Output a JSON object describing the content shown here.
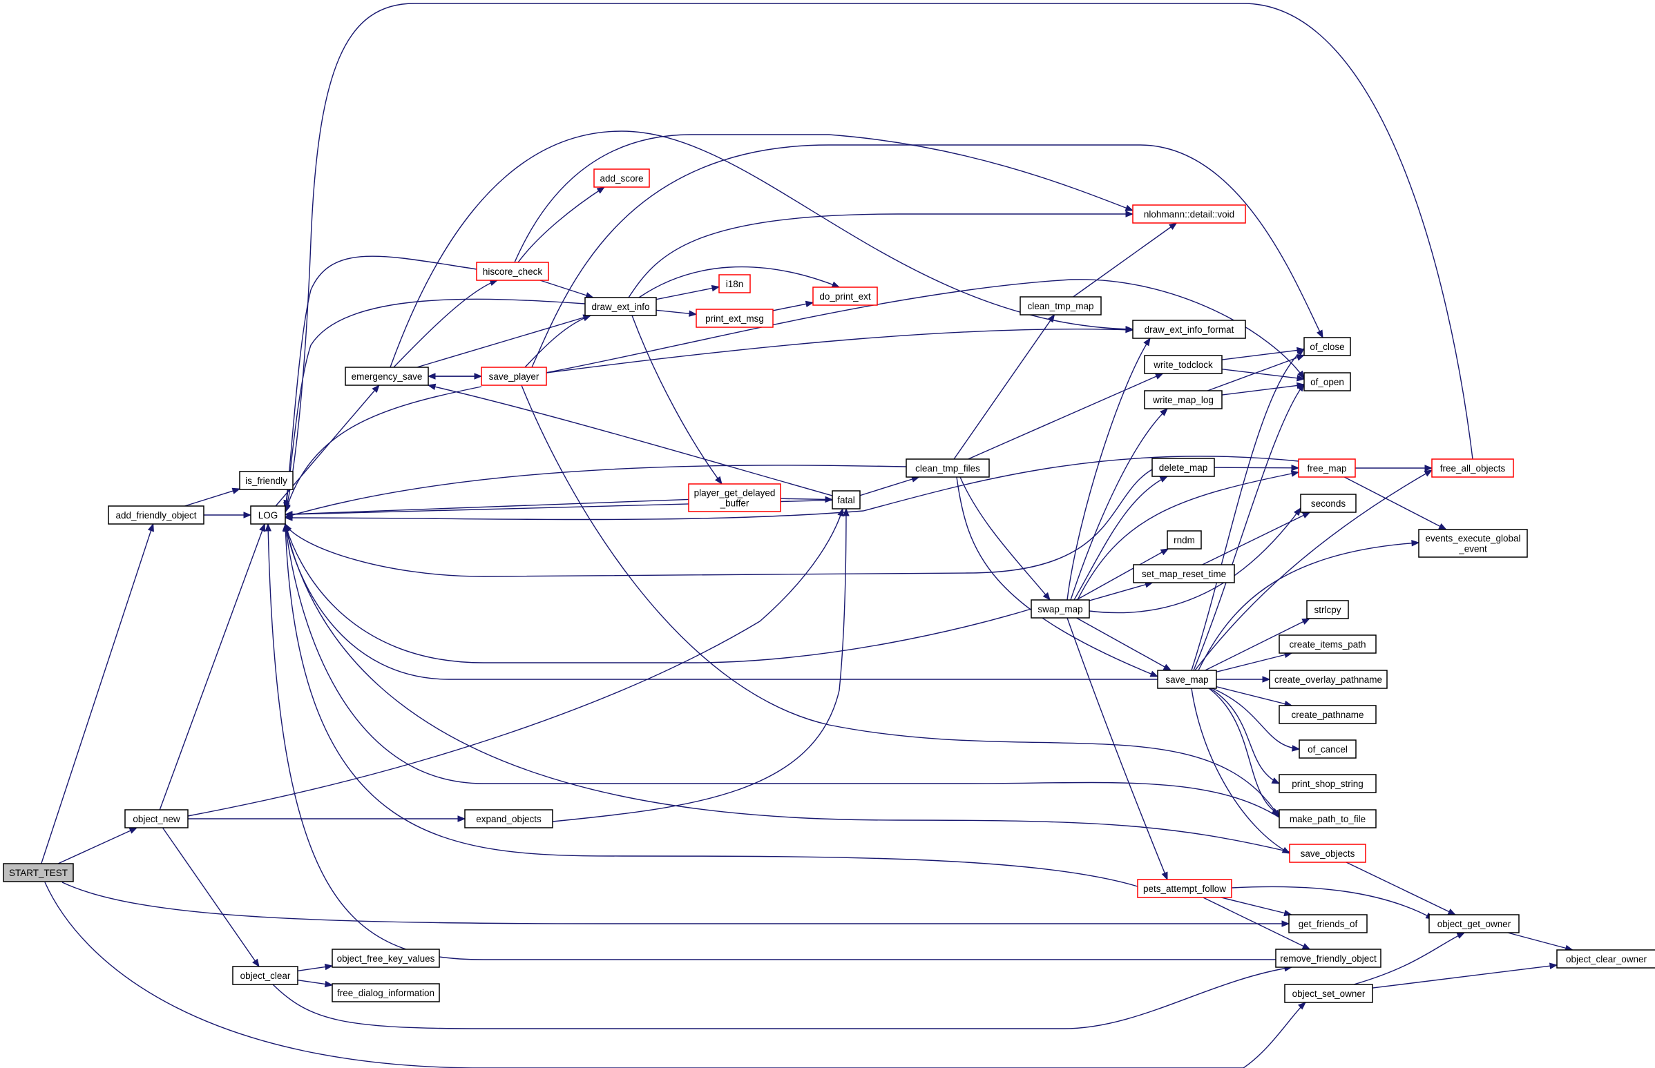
{
  "graph": {
    "edge_color": "#191970",
    "highlight_color": "#ff0000",
    "root_fill": "#bfbfbf",
    "nodes": [
      {
        "id": "start_test",
        "label": [
          "START_TEST"
        ],
        "style": "root"
      },
      {
        "id": "add_friendly_object",
        "label": [
          "add_friendly_object"
        ]
      },
      {
        "id": "is_friendly",
        "label": [
          "is_friendly"
        ]
      },
      {
        "id": "log",
        "label": [
          "LOG"
        ]
      },
      {
        "id": "emergency_save",
        "label": [
          "emergency_save"
        ]
      },
      {
        "id": "hiscore_check",
        "label": [
          "hiscore_check"
        ],
        "style": "red"
      },
      {
        "id": "add_score",
        "label": [
          "add_score"
        ],
        "style": "red"
      },
      {
        "id": "save_player",
        "label": [
          "save_player"
        ],
        "style": "red"
      },
      {
        "id": "draw_ext_info",
        "label": [
          "draw_ext_info"
        ]
      },
      {
        "id": "i18n",
        "label": [
          "i18n"
        ],
        "style": "red"
      },
      {
        "id": "print_ext_msg",
        "label": [
          "print_ext_msg"
        ],
        "style": "red"
      },
      {
        "id": "do_print_ext",
        "label": [
          "do_print_ext"
        ],
        "style": "red"
      },
      {
        "id": "player_get_delayed_buffer",
        "label": [
          "player_get_delayed",
          "_buffer"
        ],
        "style": "red"
      },
      {
        "id": "fatal",
        "label": [
          "fatal"
        ]
      },
      {
        "id": "clean_tmp_files",
        "label": [
          "clean_tmp_files"
        ]
      },
      {
        "id": "nlohmann_void",
        "label": [
          "nlohmann::detail::void"
        ],
        "style": "red"
      },
      {
        "id": "clean_tmp_map",
        "label": [
          "clean_tmp_map"
        ]
      },
      {
        "id": "draw_ext_info_format",
        "label": [
          "draw_ext_info_format"
        ]
      },
      {
        "id": "write_todclock",
        "label": [
          "write_todclock"
        ]
      },
      {
        "id": "write_map_log",
        "label": [
          "write_map_log"
        ]
      },
      {
        "id": "of_close",
        "label": [
          "of_close"
        ]
      },
      {
        "id": "of_open",
        "label": [
          "of_open"
        ]
      },
      {
        "id": "delete_map",
        "label": [
          "delete_map"
        ]
      },
      {
        "id": "free_map",
        "label": [
          "free_map"
        ],
        "style": "red"
      },
      {
        "id": "free_all_objects",
        "label": [
          "free_all_objects"
        ],
        "style": "red"
      },
      {
        "id": "seconds",
        "label": [
          "seconds"
        ]
      },
      {
        "id": "events_execute_global_event",
        "label": [
          "events_execute_global",
          "_event"
        ]
      },
      {
        "id": "rndm",
        "label": [
          "rndm"
        ]
      },
      {
        "id": "set_map_reset_time",
        "label": [
          "set_map_reset_time"
        ]
      },
      {
        "id": "swap_map",
        "label": [
          "swap_map"
        ]
      },
      {
        "id": "strlcpy",
        "label": [
          "strlcpy"
        ]
      },
      {
        "id": "create_items_path",
        "label": [
          "create_items_path"
        ]
      },
      {
        "id": "save_map",
        "label": [
          "save_map"
        ]
      },
      {
        "id": "create_overlay_pathname",
        "label": [
          "create_overlay_pathname"
        ]
      },
      {
        "id": "create_pathname",
        "label": [
          "create_pathname"
        ]
      },
      {
        "id": "of_cancel",
        "label": [
          "of_cancel"
        ]
      },
      {
        "id": "print_shop_string",
        "label": [
          "print_shop_string"
        ]
      },
      {
        "id": "make_path_to_file",
        "label": [
          "make_path_to_file"
        ]
      },
      {
        "id": "save_objects",
        "label": [
          "save_objects"
        ],
        "style": "red"
      },
      {
        "id": "object_new",
        "label": [
          "object_new"
        ]
      },
      {
        "id": "expand_objects",
        "label": [
          "expand_objects"
        ]
      },
      {
        "id": "pets_attempt_follow",
        "label": [
          "pets_attempt_follow"
        ],
        "style": "red"
      },
      {
        "id": "get_friends_of",
        "label": [
          "get_friends_of"
        ]
      },
      {
        "id": "object_get_owner",
        "label": [
          "object_get_owner"
        ]
      },
      {
        "id": "remove_friendly_object",
        "label": [
          "remove_friendly_object"
        ]
      },
      {
        "id": "object_clear_owner",
        "label": [
          "object_clear_owner"
        ]
      },
      {
        "id": "object_set_owner",
        "label": [
          "object_set_owner"
        ]
      },
      {
        "id": "object_clear",
        "label": [
          "object_clear"
        ]
      },
      {
        "id": "object_free_key_values",
        "label": [
          "object_free_key_values"
        ]
      },
      {
        "id": "free_dialog_information",
        "label": [
          "free_dialog_information"
        ]
      }
    ],
    "edges": [
      [
        "start_test",
        "add_friendly_object"
      ],
      [
        "start_test",
        "object_new"
      ],
      [
        "start_test",
        "get_friends_of"
      ],
      [
        "start_test",
        "object_set_owner"
      ],
      [
        "add_friendly_object",
        "is_friendly"
      ],
      [
        "add_friendly_object",
        "log"
      ],
      [
        "log",
        "emergency_save"
      ],
      [
        "emergency_save",
        "hiscore_check"
      ],
      [
        "emergency_save",
        "save_player"
      ],
      [
        "emergency_save",
        "draw_ext_info"
      ],
      [
        "emergency_save",
        "draw_ext_info_format"
      ],
      [
        "hiscore_check",
        "add_score"
      ],
      [
        "hiscore_check",
        "draw_ext_info"
      ],
      [
        "hiscore_check",
        "log"
      ],
      [
        "hiscore_check",
        "nlohmann_void"
      ],
      [
        "save_player",
        "draw_ext_info"
      ],
      [
        "save_player",
        "draw_ext_info_format"
      ],
      [
        "save_player",
        "emergency_save"
      ],
      [
        "save_player",
        "log"
      ],
      [
        "save_player",
        "of_open"
      ],
      [
        "save_player",
        "of_close"
      ],
      [
        "save_player",
        "make_path_to_file"
      ],
      [
        "draw_ext_info",
        "i18n"
      ],
      [
        "draw_ext_info",
        "print_ext_msg"
      ],
      [
        "draw_ext_info",
        "do_print_ext"
      ],
      [
        "draw_ext_info",
        "nlohmann_void"
      ],
      [
        "draw_ext_info",
        "player_get_delayed_buffer"
      ],
      [
        "draw_ext_info",
        "log"
      ],
      [
        "print_ext_msg",
        "do_print_ext"
      ],
      [
        "player_get_delayed_buffer",
        "fatal"
      ],
      [
        "player_get_delayed_buffer",
        "log"
      ],
      [
        "fatal",
        "clean_tmp_files"
      ],
      [
        "fatal",
        "emergency_save"
      ],
      [
        "fatal",
        "log"
      ],
      [
        "clean_tmp_files",
        "clean_tmp_map"
      ],
      [
        "clean_tmp_files",
        "write_todclock"
      ],
      [
        "clean_tmp_files",
        "swap_map"
      ],
      [
        "clean_tmp_files",
        "save_map"
      ],
      [
        "clean_tmp_files",
        "log"
      ],
      [
        "clean_tmp_map",
        "nlohmann_void"
      ],
      [
        "write_todclock",
        "of_close"
      ],
      [
        "write_todclock",
        "of_open"
      ],
      [
        "write_map_log",
        "of_open"
      ],
      [
        "write_map_log",
        "of_close"
      ],
      [
        "delete_map",
        "free_map"
      ],
      [
        "delete_map",
        "log"
      ],
      [
        "free_map",
        "free_all_objects"
      ],
      [
        "free_map",
        "events_execute_global_event"
      ],
      [
        "free_map",
        "log"
      ],
      [
        "free_all_objects",
        "log"
      ],
      [
        "set_map_reset_time",
        "seconds"
      ],
      [
        "swap_map",
        "draw_ext_info_format"
      ],
      [
        "swap_map",
        "write_map_log"
      ],
      [
        "swap_map",
        "delete_map"
      ],
      [
        "swap_map",
        "free_map"
      ],
      [
        "swap_map",
        "rndm"
      ],
      [
        "swap_map",
        "set_map_reset_time"
      ],
      [
        "swap_map",
        "seconds"
      ],
      [
        "swap_map",
        "save_map"
      ],
      [
        "swap_map",
        "pets_attempt_follow"
      ],
      [
        "swap_map",
        "log"
      ],
      [
        "save_map",
        "strlcpy"
      ],
      [
        "save_map",
        "create_items_path"
      ],
      [
        "save_map",
        "create_overlay_pathname"
      ],
      [
        "save_map",
        "create_pathname"
      ],
      [
        "save_map",
        "of_cancel"
      ],
      [
        "save_map",
        "print_shop_string"
      ],
      [
        "save_map",
        "make_path_to_file"
      ],
      [
        "save_map",
        "save_objects"
      ],
      [
        "save_map",
        "of_close"
      ],
      [
        "save_map",
        "of_open"
      ],
      [
        "save_map",
        "free_all_objects"
      ],
      [
        "save_map",
        "events_execute_global_event"
      ],
      [
        "save_map",
        "log"
      ],
      [
        "make_path_to_file",
        "log"
      ],
      [
        "save_objects",
        "object_get_owner"
      ],
      [
        "save_objects",
        "log"
      ],
      [
        "object_new",
        "log"
      ],
      [
        "object_new",
        "fatal"
      ],
      [
        "object_new",
        "expand_objects"
      ],
      [
        "object_new",
        "object_clear"
      ],
      [
        "expand_objects",
        "fatal"
      ],
      [
        "pets_attempt_follow",
        "get_friends_of"
      ],
      [
        "pets_attempt_follow",
        "object_get_owner"
      ],
      [
        "pets_attempt_follow",
        "remove_friendly_object"
      ],
      [
        "pets_attempt_follow",
        "log"
      ],
      [
        "object_get_owner",
        "object_clear_owner"
      ],
      [
        "remove_friendly_object",
        "log"
      ],
      [
        "object_set_owner",
        "object_get_owner"
      ],
      [
        "object_set_owner",
        "object_clear_owner"
      ],
      [
        "object_clear",
        "object_free_key_values"
      ],
      [
        "object_clear",
        "free_dialog_information"
      ],
      [
        "object_clear",
        "remove_friendly_object"
      ]
    ]
  }
}
